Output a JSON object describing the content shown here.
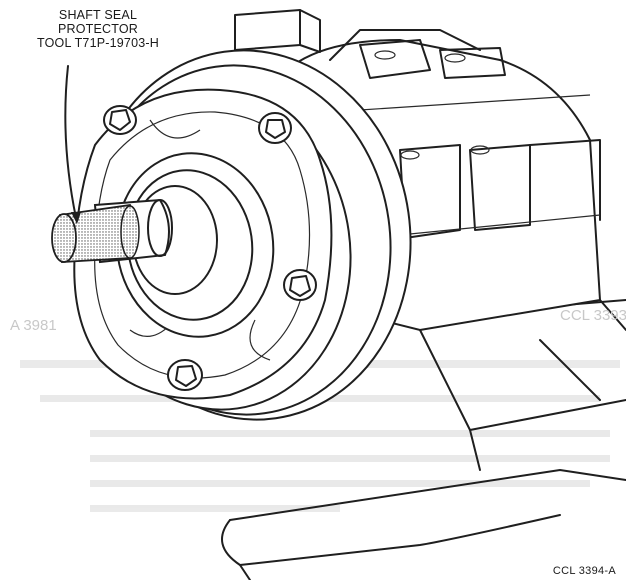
{
  "callout": {
    "line1": "SHAFT SEAL",
    "line2": "PROTECTOR",
    "line3": "TOOL T71P-19703-H"
  },
  "figure_id": "CCL 3394-A",
  "colors": {
    "ink": "#1f1f1f",
    "paper": "#ffffff",
    "stipple": "#b5b5b5",
    "bleed": "#c8c8c8"
  }
}
